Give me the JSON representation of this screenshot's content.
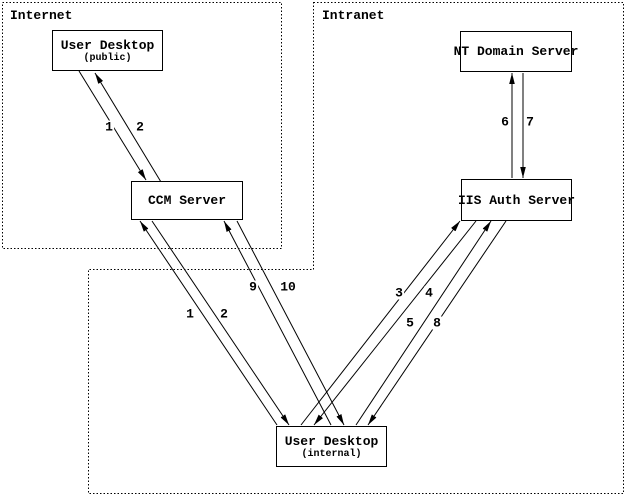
{
  "diagram": {
    "colors": {
      "line": "#000000",
      "background": "#ffffff"
    },
    "zones": [
      {
        "id": "internet",
        "label": "Internet"
      },
      {
        "id": "intranet",
        "label": "Intranet"
      }
    ],
    "nodes": [
      {
        "id": "user-desktop-public",
        "title": "User Desktop",
        "subtitle": "(public)",
        "zone": "internet"
      },
      {
        "id": "ccm-server",
        "title": "CCM Server",
        "subtitle": "",
        "zone": "internet"
      },
      {
        "id": "nt-domain-server",
        "title": "NT Domain Server",
        "subtitle": "",
        "zone": "intranet"
      },
      {
        "id": "iis-auth-server",
        "title": "IIS Auth Server",
        "subtitle": "",
        "zone": "intranet"
      },
      {
        "id": "user-desktop-internal",
        "title": "User Desktop",
        "subtitle": "(internal)",
        "zone": "intranet"
      }
    ],
    "edges": [
      {
        "label": "1",
        "from": "user-desktop-public",
        "to": "ccm-server"
      },
      {
        "label": "2",
        "from": "ccm-server",
        "to": "user-desktop-public"
      },
      {
        "label": "1",
        "from": "user-desktop-internal",
        "to": "ccm-server"
      },
      {
        "label": "2",
        "from": "ccm-server",
        "to": "user-desktop-internal"
      },
      {
        "label": "9",
        "from": "user-desktop-internal",
        "to": "ccm-server"
      },
      {
        "label": "10",
        "from": "ccm-server",
        "to": "user-desktop-internal"
      },
      {
        "label": "3",
        "from": "user-desktop-internal",
        "to": "iis-auth-server"
      },
      {
        "label": "4",
        "from": "iis-auth-server",
        "to": "user-desktop-internal"
      },
      {
        "label": "5",
        "from": "user-desktop-internal",
        "to": "iis-auth-server"
      },
      {
        "label": "8",
        "from": "iis-auth-server",
        "to": "user-desktop-internal"
      },
      {
        "label": "6",
        "from": "iis-auth-server",
        "to": "nt-domain-server"
      },
      {
        "label": "7",
        "from": "nt-domain-server",
        "to": "iis-auth-server"
      }
    ]
  }
}
